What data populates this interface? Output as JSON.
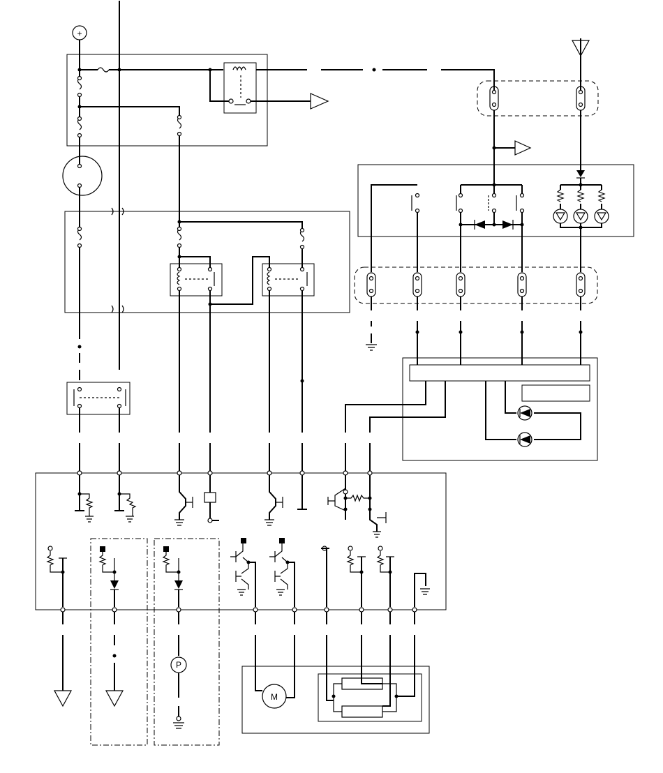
{
  "diagram": {
    "power_symbol": "+",
    "motor_symbol": "M",
    "pressure_symbol": "P"
  },
  "icons": {
    "battery_positive": "plus-circle",
    "ground": "ground-symbol",
    "motor": "motor-circle",
    "pressure_switch": "pressure-circle",
    "diode": "diode-triangle",
    "led": "led-circle",
    "relay": "relay-coil",
    "fuse": "fuse-s-curve",
    "signal_out": "triangle-arrow"
  }
}
